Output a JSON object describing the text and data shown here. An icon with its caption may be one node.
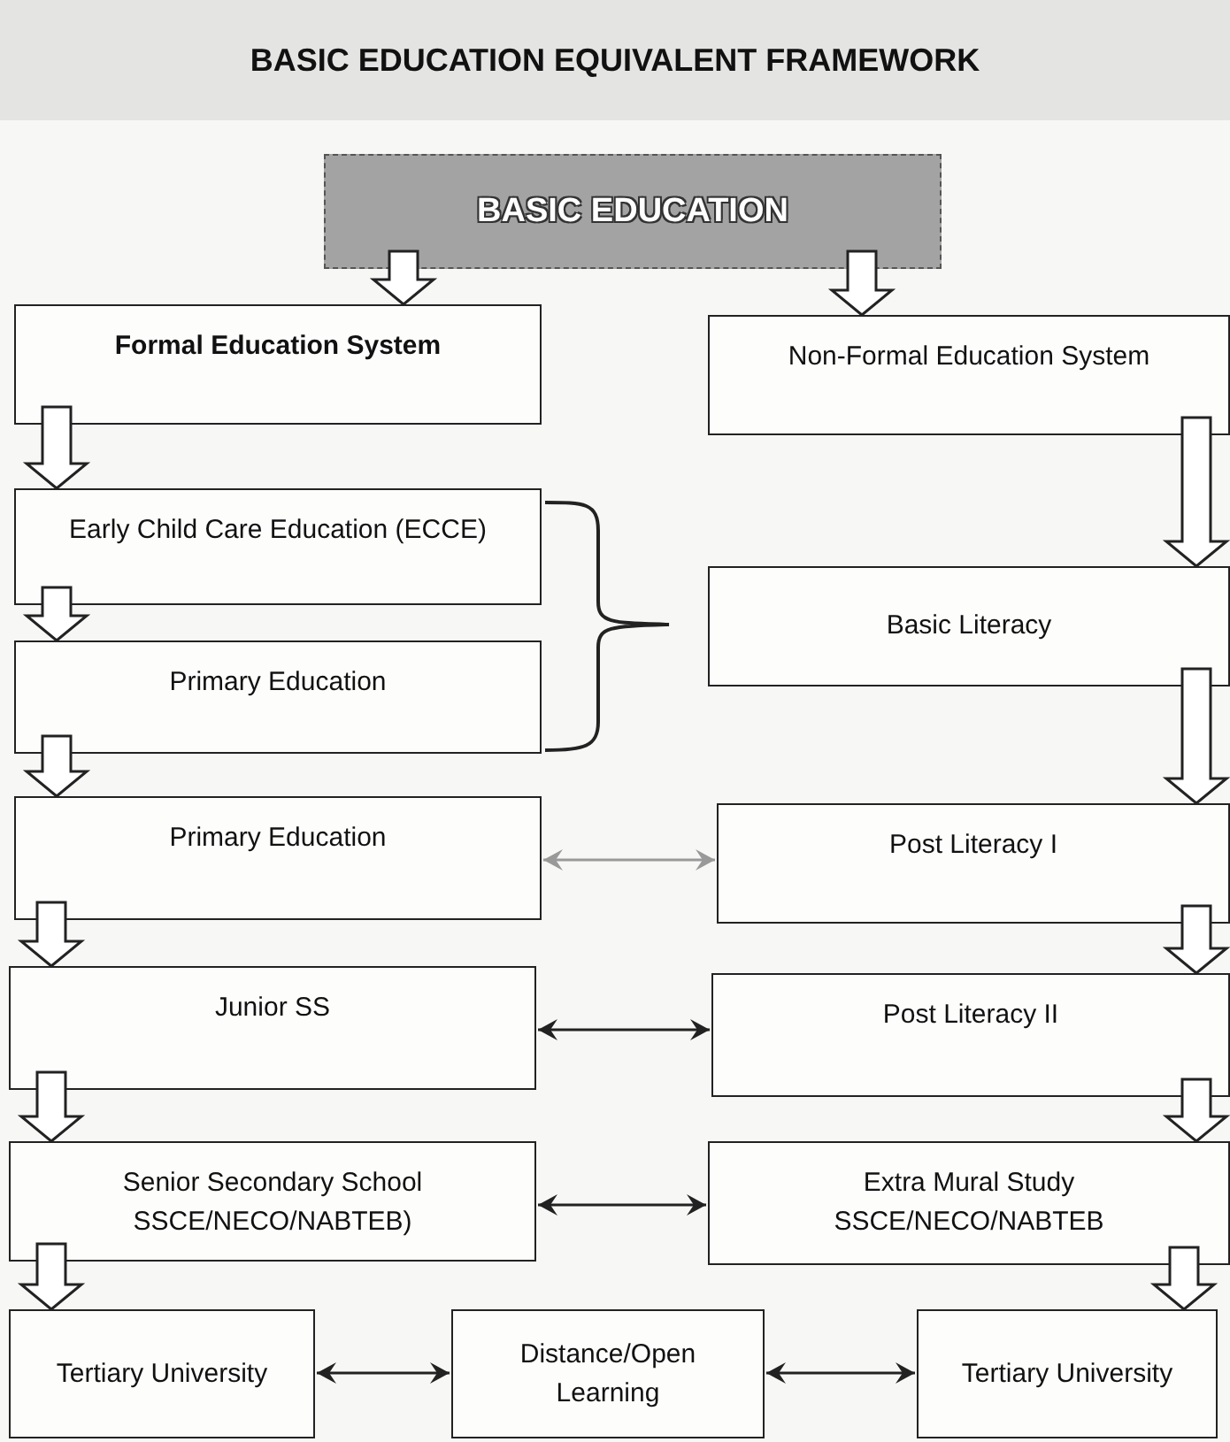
{
  "diagram": {
    "title": "BASIC EDUCATION EQUIVALENT FRAMEWORK",
    "nodes": [
      {
        "text": [
          "BASIC EDUCATION"
        ]
      },
      {
        "text": [
          "Formal Education System"
        ]
      },
      {
        "text": [
          "Non-Formal Education System"
        ]
      },
      {
        "text": [
          "Early Child Care Education (ECCE)"
        ]
      },
      {
        "text": [
          "Primary Education"
        ]
      },
      {
        "text": [
          "Basic Literacy"
        ]
      },
      {
        "text": [
          "Primary Education"
        ]
      },
      {
        "text": [
          "Post Literacy I"
        ]
      },
      {
        "text": [
          "Junior SS"
        ]
      },
      {
        "text": [
          "Post Literacy II"
        ]
      },
      {
        "text": [
          "Senior Secondary School SSCE/NECO/NABTEB)"
        ]
      },
      {
        "text": [
          "Extra Mural Study SSCE/NECO/NABTEB"
        ]
      },
      {
        "text": [
          "Tertiary University"
        ]
      },
      {
        "text": [
          "Distance/Open Learning"
        ]
      },
      {
        "text": [
          "Tertiary University"
        ]
      }
    ],
    "edges": [
      {
        "from": 0,
        "to": 1,
        "arrow": "to"
      },
      {
        "from": 0,
        "to": 2,
        "arrow": "to"
      },
      {
        "from": 1,
        "to": 3,
        "arrow": "to"
      },
      {
        "from": 2,
        "to": 5,
        "arrow": "to"
      },
      {
        "from": 3,
        "to": 4,
        "arrow": "to"
      },
      {
        "from": 5,
        "to": 7,
        "arrow": "to"
      },
      {
        "from": 4,
        "to": 6,
        "arrow": "to"
      },
      {
        "from": 6,
        "to": 8,
        "arrow": "to"
      },
      {
        "from": 7,
        "to": 9,
        "arrow": "to"
      },
      {
        "from": 6,
        "to": 7,
        "arrow": "both",
        "color": "#999999"
      },
      {
        "from": 8,
        "to": 10,
        "arrow": "to"
      },
      {
        "from": 9,
        "to": 11,
        "arrow": "to"
      },
      {
        "from": 8,
        "to": 9,
        "arrow": "both"
      },
      {
        "from": 10,
        "to": 12,
        "arrow": "to"
      },
      {
        "from": 11,
        "to": 14,
        "arrow": "to"
      },
      {
        "from": 10,
        "to": 11,
        "arrow": "both"
      },
      {
        "from": 12,
        "to": 13,
        "arrow": "both"
      },
      {
        "from": 13,
        "to": 14,
        "arrow": "both"
      }
    ]
  }
}
